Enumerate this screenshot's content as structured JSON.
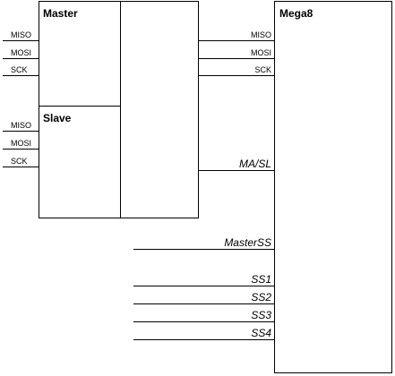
{
  "spi_block": {
    "master": {
      "title": "Master",
      "pins": [
        "MISO",
        "MOSI",
        "SCK"
      ]
    },
    "slave": {
      "title": "Slave",
      "pins": [
        "MISO",
        "MOSI",
        "SCK"
      ]
    }
  },
  "mega8": {
    "title": "Mega8",
    "spi_pins": [
      "MISO",
      "MOSI",
      "SCK"
    ],
    "mode_pin": "MA/SL",
    "select_pins": [
      "MasterSS",
      "SS1",
      "SS2",
      "SS3",
      "SS4"
    ]
  }
}
